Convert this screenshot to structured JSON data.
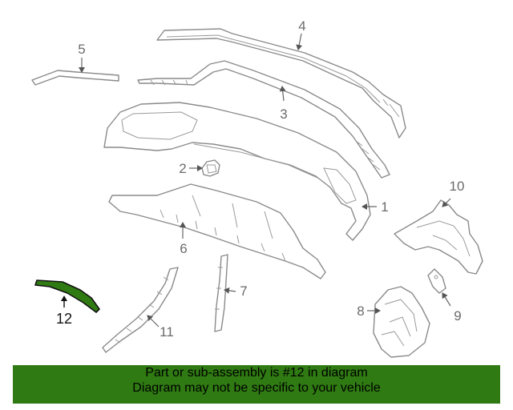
{
  "diagram": {
    "callouts": {
      "c1": "1",
      "c2": "2",
      "c3": "3",
      "c4": "4",
      "c5": "5",
      "c6": "6",
      "c7": "7",
      "c8": "8",
      "c9": "9",
      "c10": "10",
      "c11": "11",
      "c12": "12"
    },
    "highlighted_part": "12",
    "highlight_color": "#2f7a12",
    "line_color": "#8a8a8a"
  },
  "banner": {
    "line1": "Part or sub-assembly is #12 in diagram",
    "line2": "Diagram may not be specific to your vehicle",
    "background": "#2f7a12"
  }
}
